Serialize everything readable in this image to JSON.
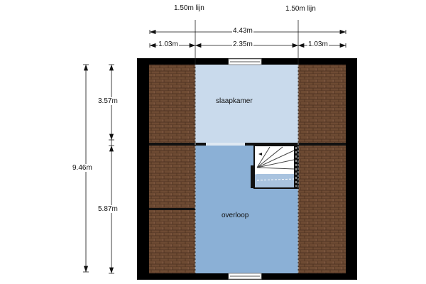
{
  "dimensions": {
    "line_left": "1.50m lijn",
    "line_right": "1.50m lijn",
    "total_width": "4.43m",
    "left_width": "1.03m",
    "middle_width": "2.35m",
    "right_width": "1.03m",
    "total_depth": "9.46m",
    "bedroom_depth": "3.57m",
    "landing_depth": "5.87m"
  },
  "rooms": {
    "bedroom": "slaapkamer",
    "landing": "overloop"
  },
  "colors": {
    "wall": "#000000",
    "roof": "#6b4a34",
    "bedroom": "#c9daec",
    "landing": "#8bb0d6"
  }
}
